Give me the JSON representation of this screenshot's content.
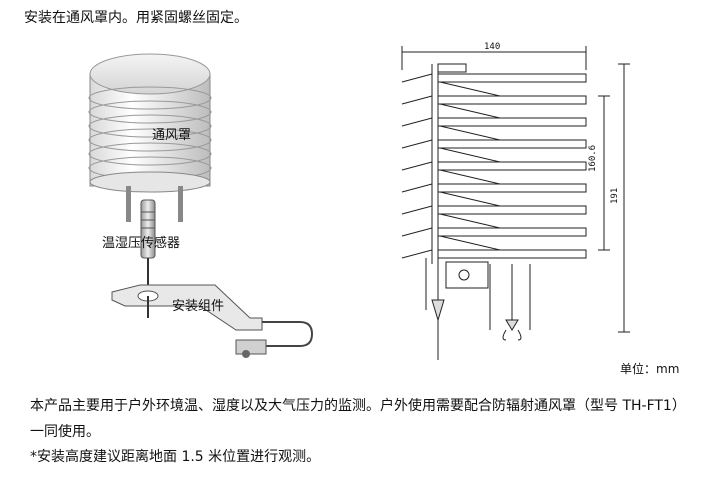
{
  "header": {
    "text": "安装在通风罩内。用紧固螺丝固定。"
  },
  "labels": {
    "shield": "通风罩",
    "sensor": "温湿压传感器",
    "mount": "安装组件"
  },
  "dimensions": {
    "width": "140",
    "inner_height": "160.6",
    "total_height": "191",
    "unit_label": "单位：mm"
  },
  "description": {
    "line1": "本产品主要用于户外环境温、湿度以及大气压力的监测。户外使用需要配合防辐射通风罩（型号 TH-FT1）一同使用。",
    "note": "*安装高度建议距离地面 1.5 米位置进行观测。"
  }
}
